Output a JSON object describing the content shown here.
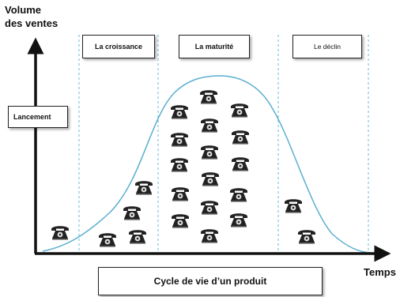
{
  "axes": {
    "y_title_line1": "Volume",
    "y_title_line2": "des ventes",
    "x_title": "Temps"
  },
  "phases": {
    "launch": "Lancement",
    "growth": "La croissance",
    "maturity": "La maturité",
    "decline": "Le déclin"
  },
  "caption": "Cycle de vie d’un produit",
  "colors": {
    "curve": "#5aaed0",
    "divider": "#6ab8d8",
    "axis": "#111111",
    "phone": "#222222"
  },
  "icon": "telephone-icon"
}
